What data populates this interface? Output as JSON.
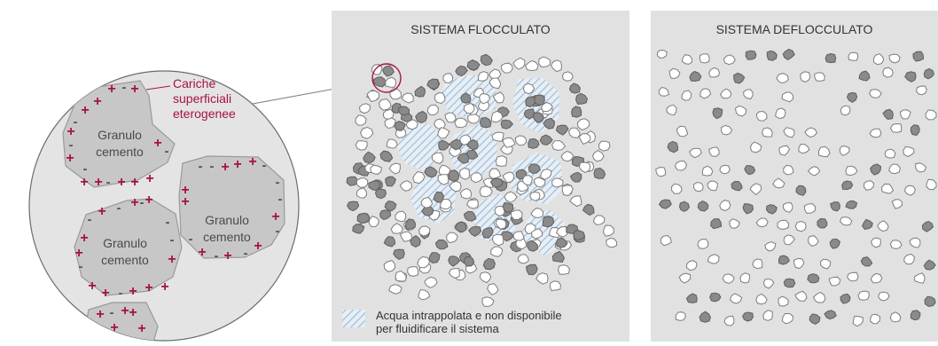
{
  "zoom_view": {
    "annotation": [
      "Cariche",
      "superficiali",
      "eterogenee"
    ],
    "granule_label": [
      "Granulo",
      "cemento"
    ]
  },
  "flocculated": {
    "title": "SISTEMA FLOCCULATO",
    "legend": [
      "Acqua intrappolata e non disponibile",
      "per fluidificare il sistema"
    ]
  },
  "deflocculated": {
    "title": "SISTEMA DEFLOCCULATO"
  },
  "colors": {
    "panel_bg": "#e1e1e1",
    "granule_fill": "#c7c7c7",
    "granule_edge": "#8e8e8e",
    "positive_charge": "#a8123e",
    "negative_charge": "#555555",
    "water_hatch": "#9fc3e0",
    "particle_dark": "#8a8a8a",
    "particle_light": "#ffffff"
  }
}
